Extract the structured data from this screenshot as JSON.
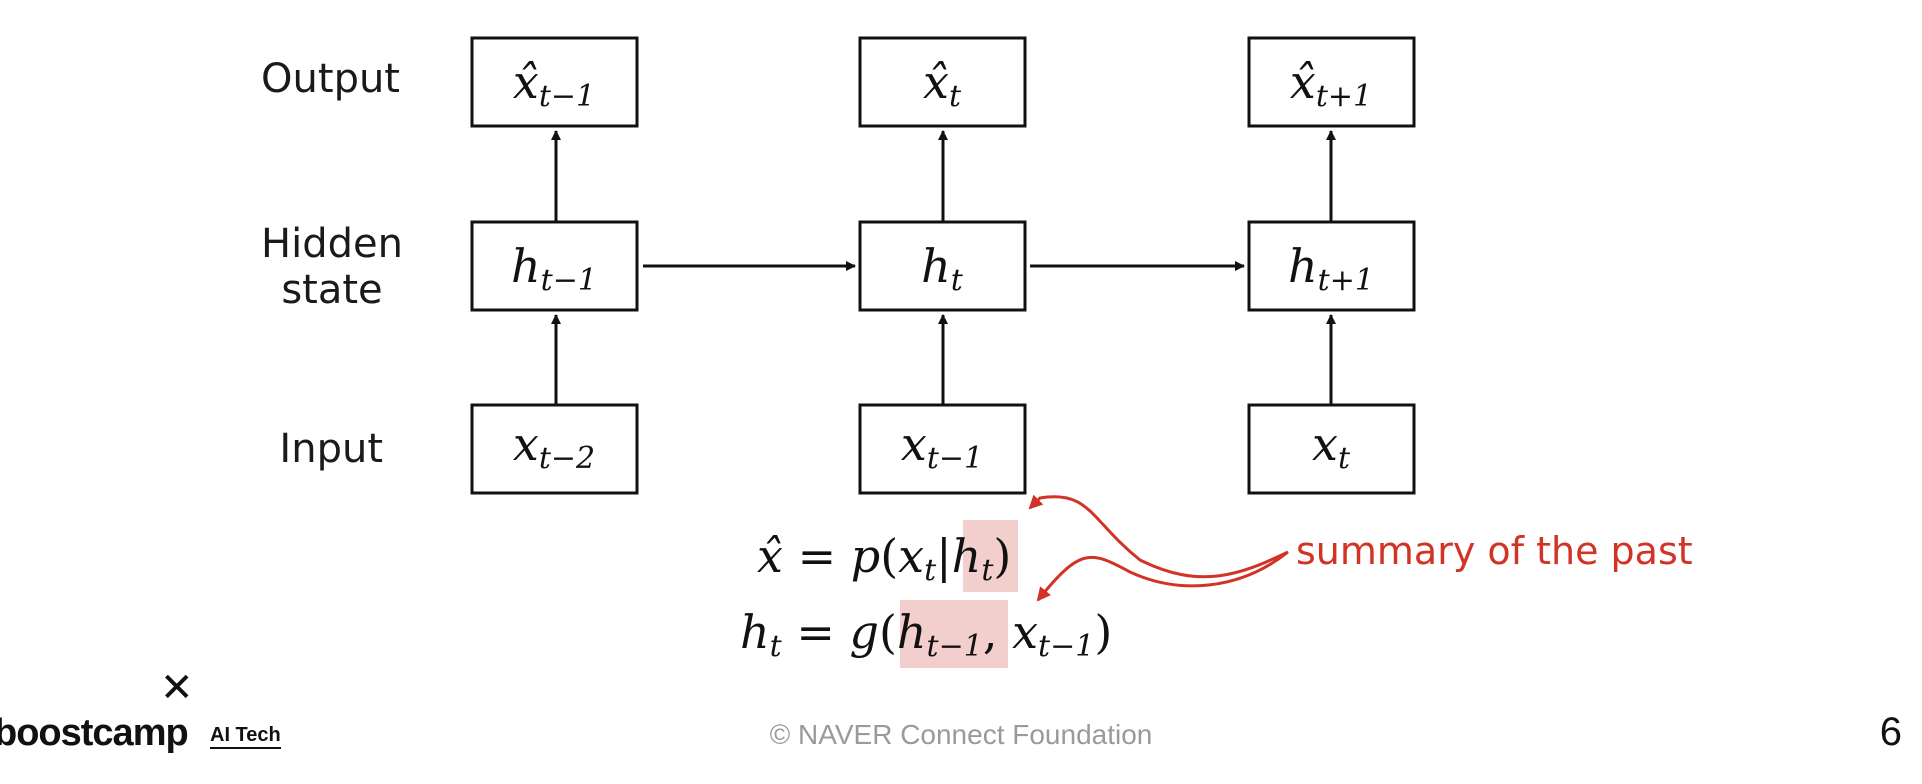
{
  "row_labels": {
    "output": "Output",
    "hidden_line1": "Hidden",
    "hidden_line2": "state",
    "input": "Input"
  },
  "nodes": {
    "outputs": [
      {
        "base": "x̂",
        "sub": "t−1"
      },
      {
        "base": "x̂",
        "sub": "t"
      },
      {
        "base": "x̂",
        "sub": "t+1"
      }
    ],
    "hidden": [
      {
        "base": "h",
        "sub": "t−1"
      },
      {
        "base": "h",
        "sub": "t"
      },
      {
        "base": "h",
        "sub": "t+1"
      }
    ],
    "inputs": [
      {
        "base": "x",
        "sub": "t−2"
      },
      {
        "base": "x",
        "sub": "t−1"
      },
      {
        "base": "x",
        "sub": "t"
      }
    ]
  },
  "equations": {
    "eq1": {
      "lhs": "x̂",
      "eq": " = ",
      "func": "p",
      "open": "(",
      "arg1_base": "x",
      "arg1_sub": "t",
      "bar": "|",
      "cond_base": "h",
      "cond_sub": "t",
      "close": ")"
    },
    "eq2": {
      "lhs_base": "h",
      "lhs_sub": "t",
      "eq": " = ",
      "func": "g",
      "open": "(",
      "arg1_base": "h",
      "arg1_sub": "t−1",
      "comma": ", ",
      "arg2_base": "x",
      "arg2_sub": "t−1",
      "close": ")"
    }
  },
  "annotation": {
    "text": "summary of the past",
    "color": "#d13324"
  },
  "footer": {
    "logo_mark": "✕",
    "logo_word": "boostcamp",
    "logo_sub": "AI Tech",
    "copyright": "©  NAVER Connect Foundation",
    "page_number": "6"
  }
}
